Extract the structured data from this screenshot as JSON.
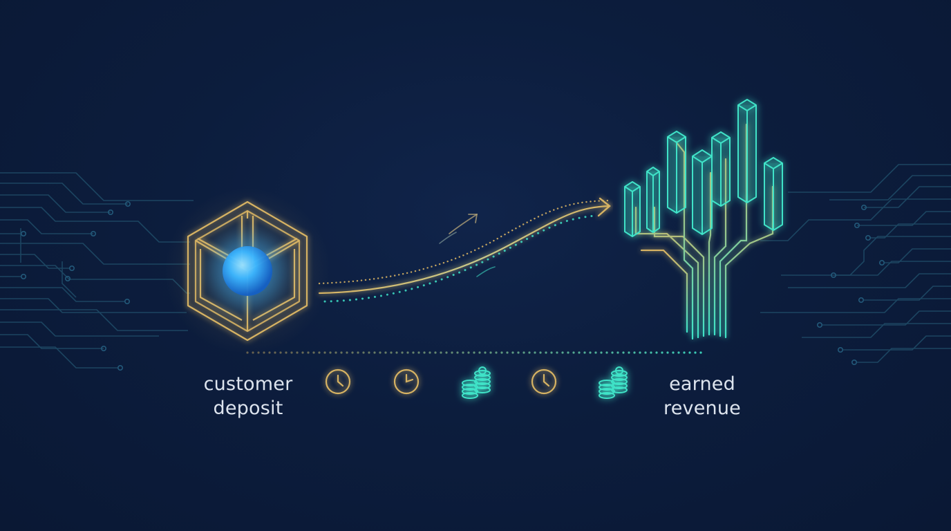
{
  "labels": {
    "start": [
      "customer",
      "deposit"
    ],
    "end": [
      "earned",
      "revenue"
    ]
  },
  "timeline_icons": [
    "clock-icon",
    "clock-icon",
    "coin-stack-icon",
    "clock-icon",
    "coin-stack-icon"
  ],
  "colors": {
    "background": "#0c1b39",
    "gold": "#d7b363",
    "teal": "#3fe3c8",
    "blue_orb": "#3cb6ff",
    "circuit": "#1e4a66",
    "text": "#dde4ee"
  }
}
